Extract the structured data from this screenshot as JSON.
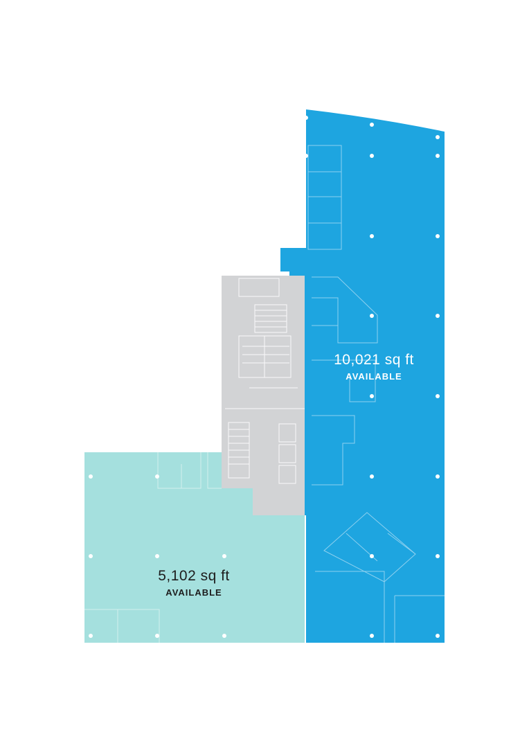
{
  "colors": {
    "available_large": "#1ea5e0",
    "available_small": "#a5e0de",
    "core": "#d2d3d5",
    "background": "#ffffff"
  },
  "spaces": [
    {
      "id": "suite-east",
      "size": "10,021 sq ft",
      "status": "AVAILABLE"
    },
    {
      "id": "suite-southwest",
      "size": "5,102 sq ft",
      "status": "AVAILABLE"
    }
  ]
}
